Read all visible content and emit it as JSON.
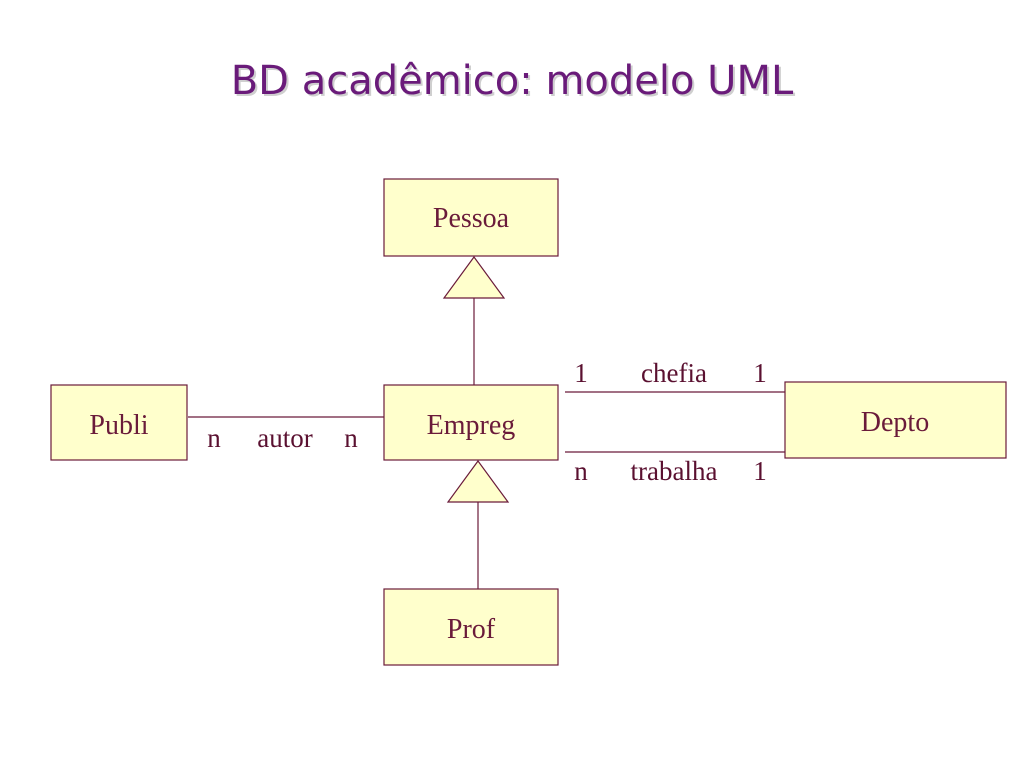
{
  "title": "BD acadêmico: modelo UML",
  "classes": {
    "pessoa": "Pessoa",
    "empreg": "Empreg",
    "publi": "Publi",
    "depto": "Depto",
    "prof": "Prof"
  },
  "associations": {
    "autor": {
      "left_mult": "n",
      "name": "autor",
      "right_mult": "n"
    },
    "chefia": {
      "left_mult": "1",
      "name": "chefia",
      "right_mult": "1"
    },
    "trabalha": {
      "left_mult": "n",
      "name": "trabalha",
      "right_mult": "1"
    }
  },
  "colors": {
    "title": "#6a1b7a",
    "box_fill": "#ffffcc",
    "stroke": "#6a1b3a"
  }
}
